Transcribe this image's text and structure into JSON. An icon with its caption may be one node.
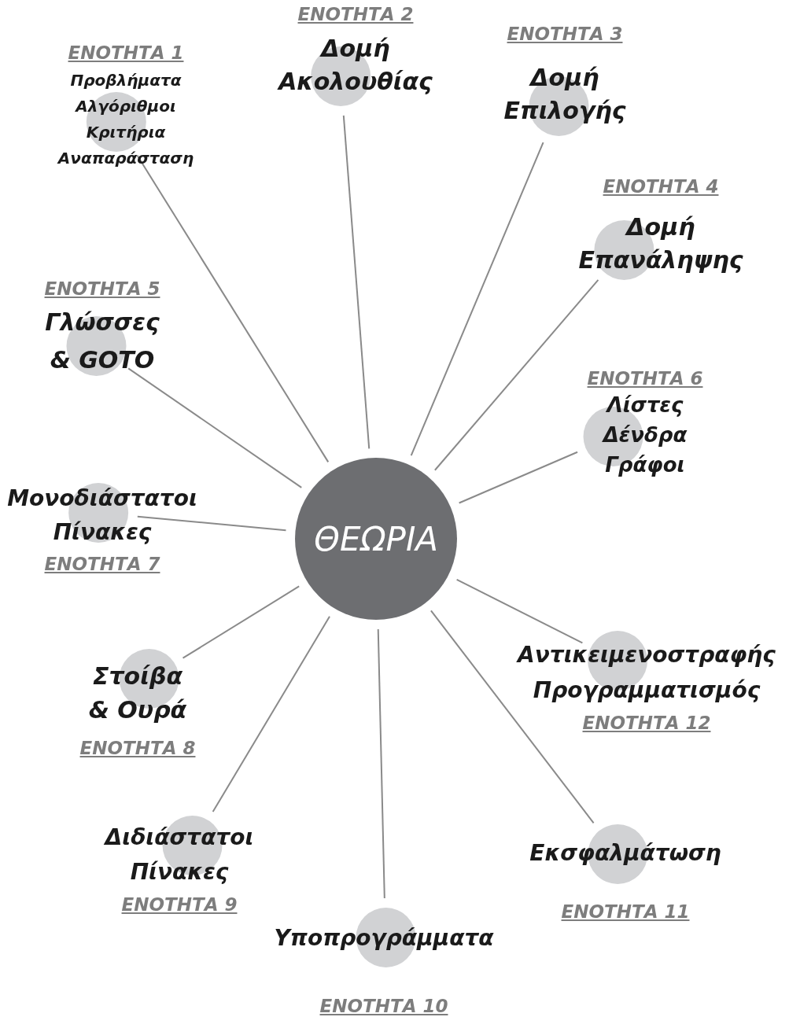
{
  "diagram": {
    "nodes": [
      {
        "text": [
          "ΘΕΩΡΙΑ"
        ]
      },
      {
        "text": [
          "ΕΝΟΤΗΤΑ 1",
          "Προβλήματα",
          "Αλγόριθμοι",
          "Κριτήρια",
          "Αναπαράσταση"
        ]
      },
      {
        "text": [
          "ΕΝΟΤΗΤΑ 2",
          "Δομή Ακολουθίας"
        ]
      },
      {
        "text": [
          "ΕΝΟΤΗΤΑ 3",
          "Δομή Επιλογής"
        ]
      },
      {
        "text": [
          "ΕΝΟΤΗΤΑ 4",
          "Δομή Επανάληψης"
        ]
      },
      {
        "text": [
          "ΕΝΟΤΗΤΑ 5",
          "Γλώσσες & GOTO"
        ]
      },
      {
        "text": [
          "ΕΝΟΤΗΤΑ 6",
          "Λίστες",
          "Δένδρα",
          "Γράφοι"
        ]
      },
      {
        "text": [
          "Μονοδιάστατοι Πίνακες",
          "ΕΝΟΤΗΤΑ 7"
        ]
      },
      {
        "text": [
          "Στοίβα & Ουρά",
          "ΕΝΟΤΗΤΑ 8"
        ]
      },
      {
        "text": [
          "Διδιάστατοι Πίνακες",
          "ΕΝΟΤΗΤΑ 9"
        ]
      },
      {
        "text": [
          "Υποπρογράμματα",
          "ΕΝΟΤΗΤΑ 10"
        ]
      },
      {
        "text": [
          "Εκσφαλμάτωση",
          "ΕΝΟΤΗΤΑ 11"
        ]
      },
      {
        "text": [
          "Αντικειμενοστραφής Προγραμματισμός",
          "ΕΝΟΤΗΤΑ 12"
        ]
      }
    ],
    "edges": [
      {
        "from": 0,
        "to": 1,
        "arrow": "none"
      },
      {
        "from": 0,
        "to": 2,
        "arrow": "none"
      },
      {
        "from": 0,
        "to": 3,
        "arrow": "none"
      },
      {
        "from": 0,
        "to": 4,
        "arrow": "none"
      },
      {
        "from": 0,
        "to": 5,
        "arrow": "none"
      },
      {
        "from": 0,
        "to": 6,
        "arrow": "none"
      },
      {
        "from": 0,
        "to": 7,
        "arrow": "none"
      },
      {
        "from": 0,
        "to": 8,
        "arrow": "none"
      },
      {
        "from": 0,
        "to": 9,
        "arrow": "none"
      },
      {
        "from": 0,
        "to": 10,
        "arrow": "none"
      },
      {
        "from": 0,
        "to": 11,
        "arrow": "none"
      },
      {
        "from": 0,
        "to": 12,
        "arrow": "none"
      }
    ]
  }
}
